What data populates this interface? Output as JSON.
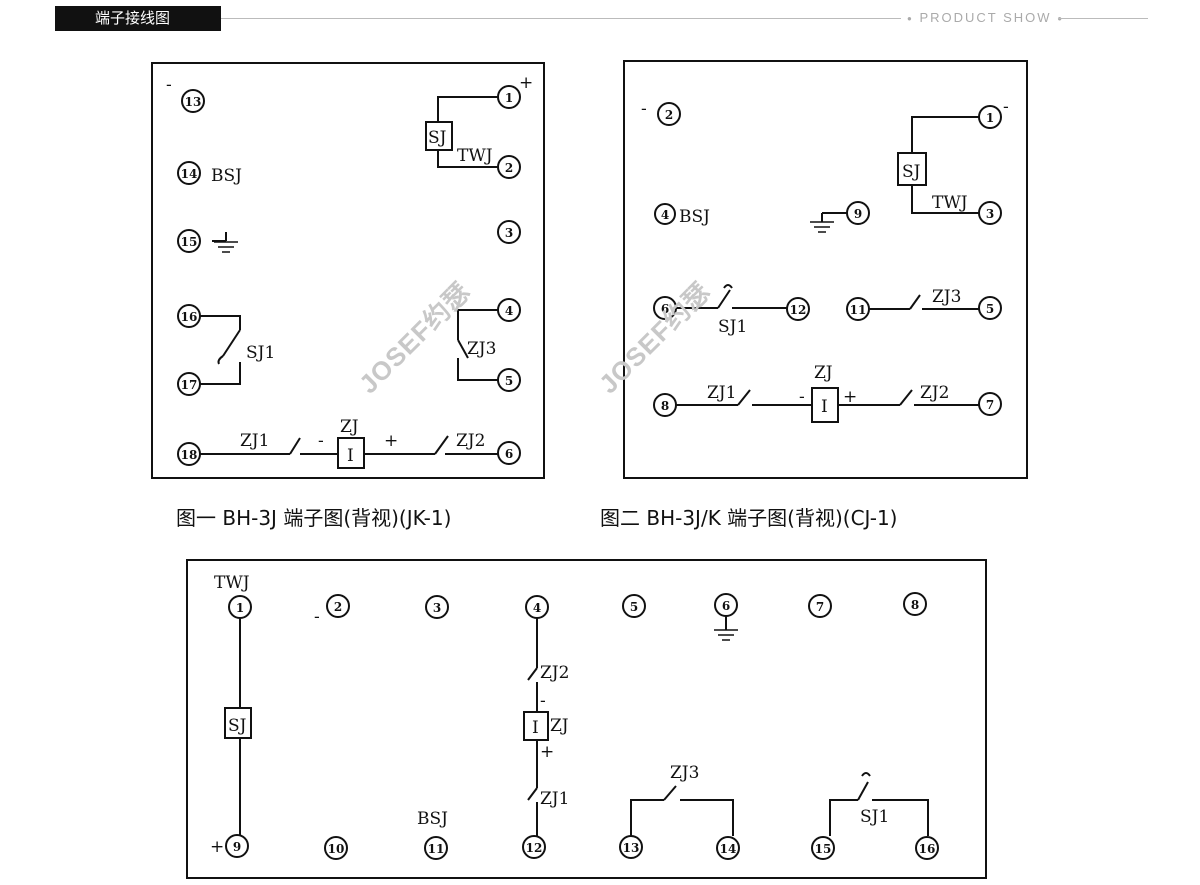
{
  "header": {
    "tag": "端子接线图",
    "right": "PRODUCT SHOW"
  },
  "watermark": "JOSEF约瑟",
  "captions": {
    "fig1": "图一  BH-3J 端子图(背视)(JK-1)",
    "fig2": "图二  BH-3J/K 端子图(背视)(CJ-1)"
  },
  "fig1": {
    "terminals": [
      "1",
      "2",
      "3",
      "4",
      "5",
      "6",
      "13",
      "14",
      "15",
      "16",
      "17",
      "18"
    ],
    "labels": {
      "sj": "SJ",
      "twj": "TWJ",
      "bsj": "BSJ",
      "sj1": "SJ1",
      "zj3": "ZJ3",
      "zj1": "ZJ1",
      "zj": "ZJ",
      "zj2": "ZJ2",
      "coil": "I",
      "minus": "-",
      "plus": "+",
      "minus2": "-",
      "plus2": "+"
    }
  },
  "fig2": {
    "terminals": [
      "1",
      "2",
      "3",
      "4",
      "5",
      "6",
      "7",
      "8",
      "9",
      "11",
      "12"
    ],
    "labels": {
      "sj": "SJ",
      "twj": "TWJ",
      "bsj": "BSJ",
      "sj1": "SJ1",
      "zj3": "ZJ3",
      "zj1": "ZJ1",
      "zj": "ZJ",
      "zj2": "ZJ2",
      "coil": "I",
      "minus": "-",
      "plus": "+",
      "minus2": "-",
      "minus3": "-"
    }
  },
  "fig3": {
    "terminals": [
      "1",
      "2",
      "3",
      "4",
      "5",
      "6",
      "7",
      "8",
      "9",
      "10",
      "11",
      "12",
      "13",
      "14",
      "15",
      "16"
    ],
    "labels": {
      "twj": "TWJ",
      "sj": "SJ",
      "bsj": "BSJ",
      "zj2": "ZJ2",
      "zj": "ZJ",
      "zj1": "ZJ1",
      "zj3": "ZJ3",
      "sj1": "SJ1",
      "coil": "I",
      "minus": "-",
      "plus": "+",
      "minus2": "-",
      "plus2": "+"
    }
  }
}
